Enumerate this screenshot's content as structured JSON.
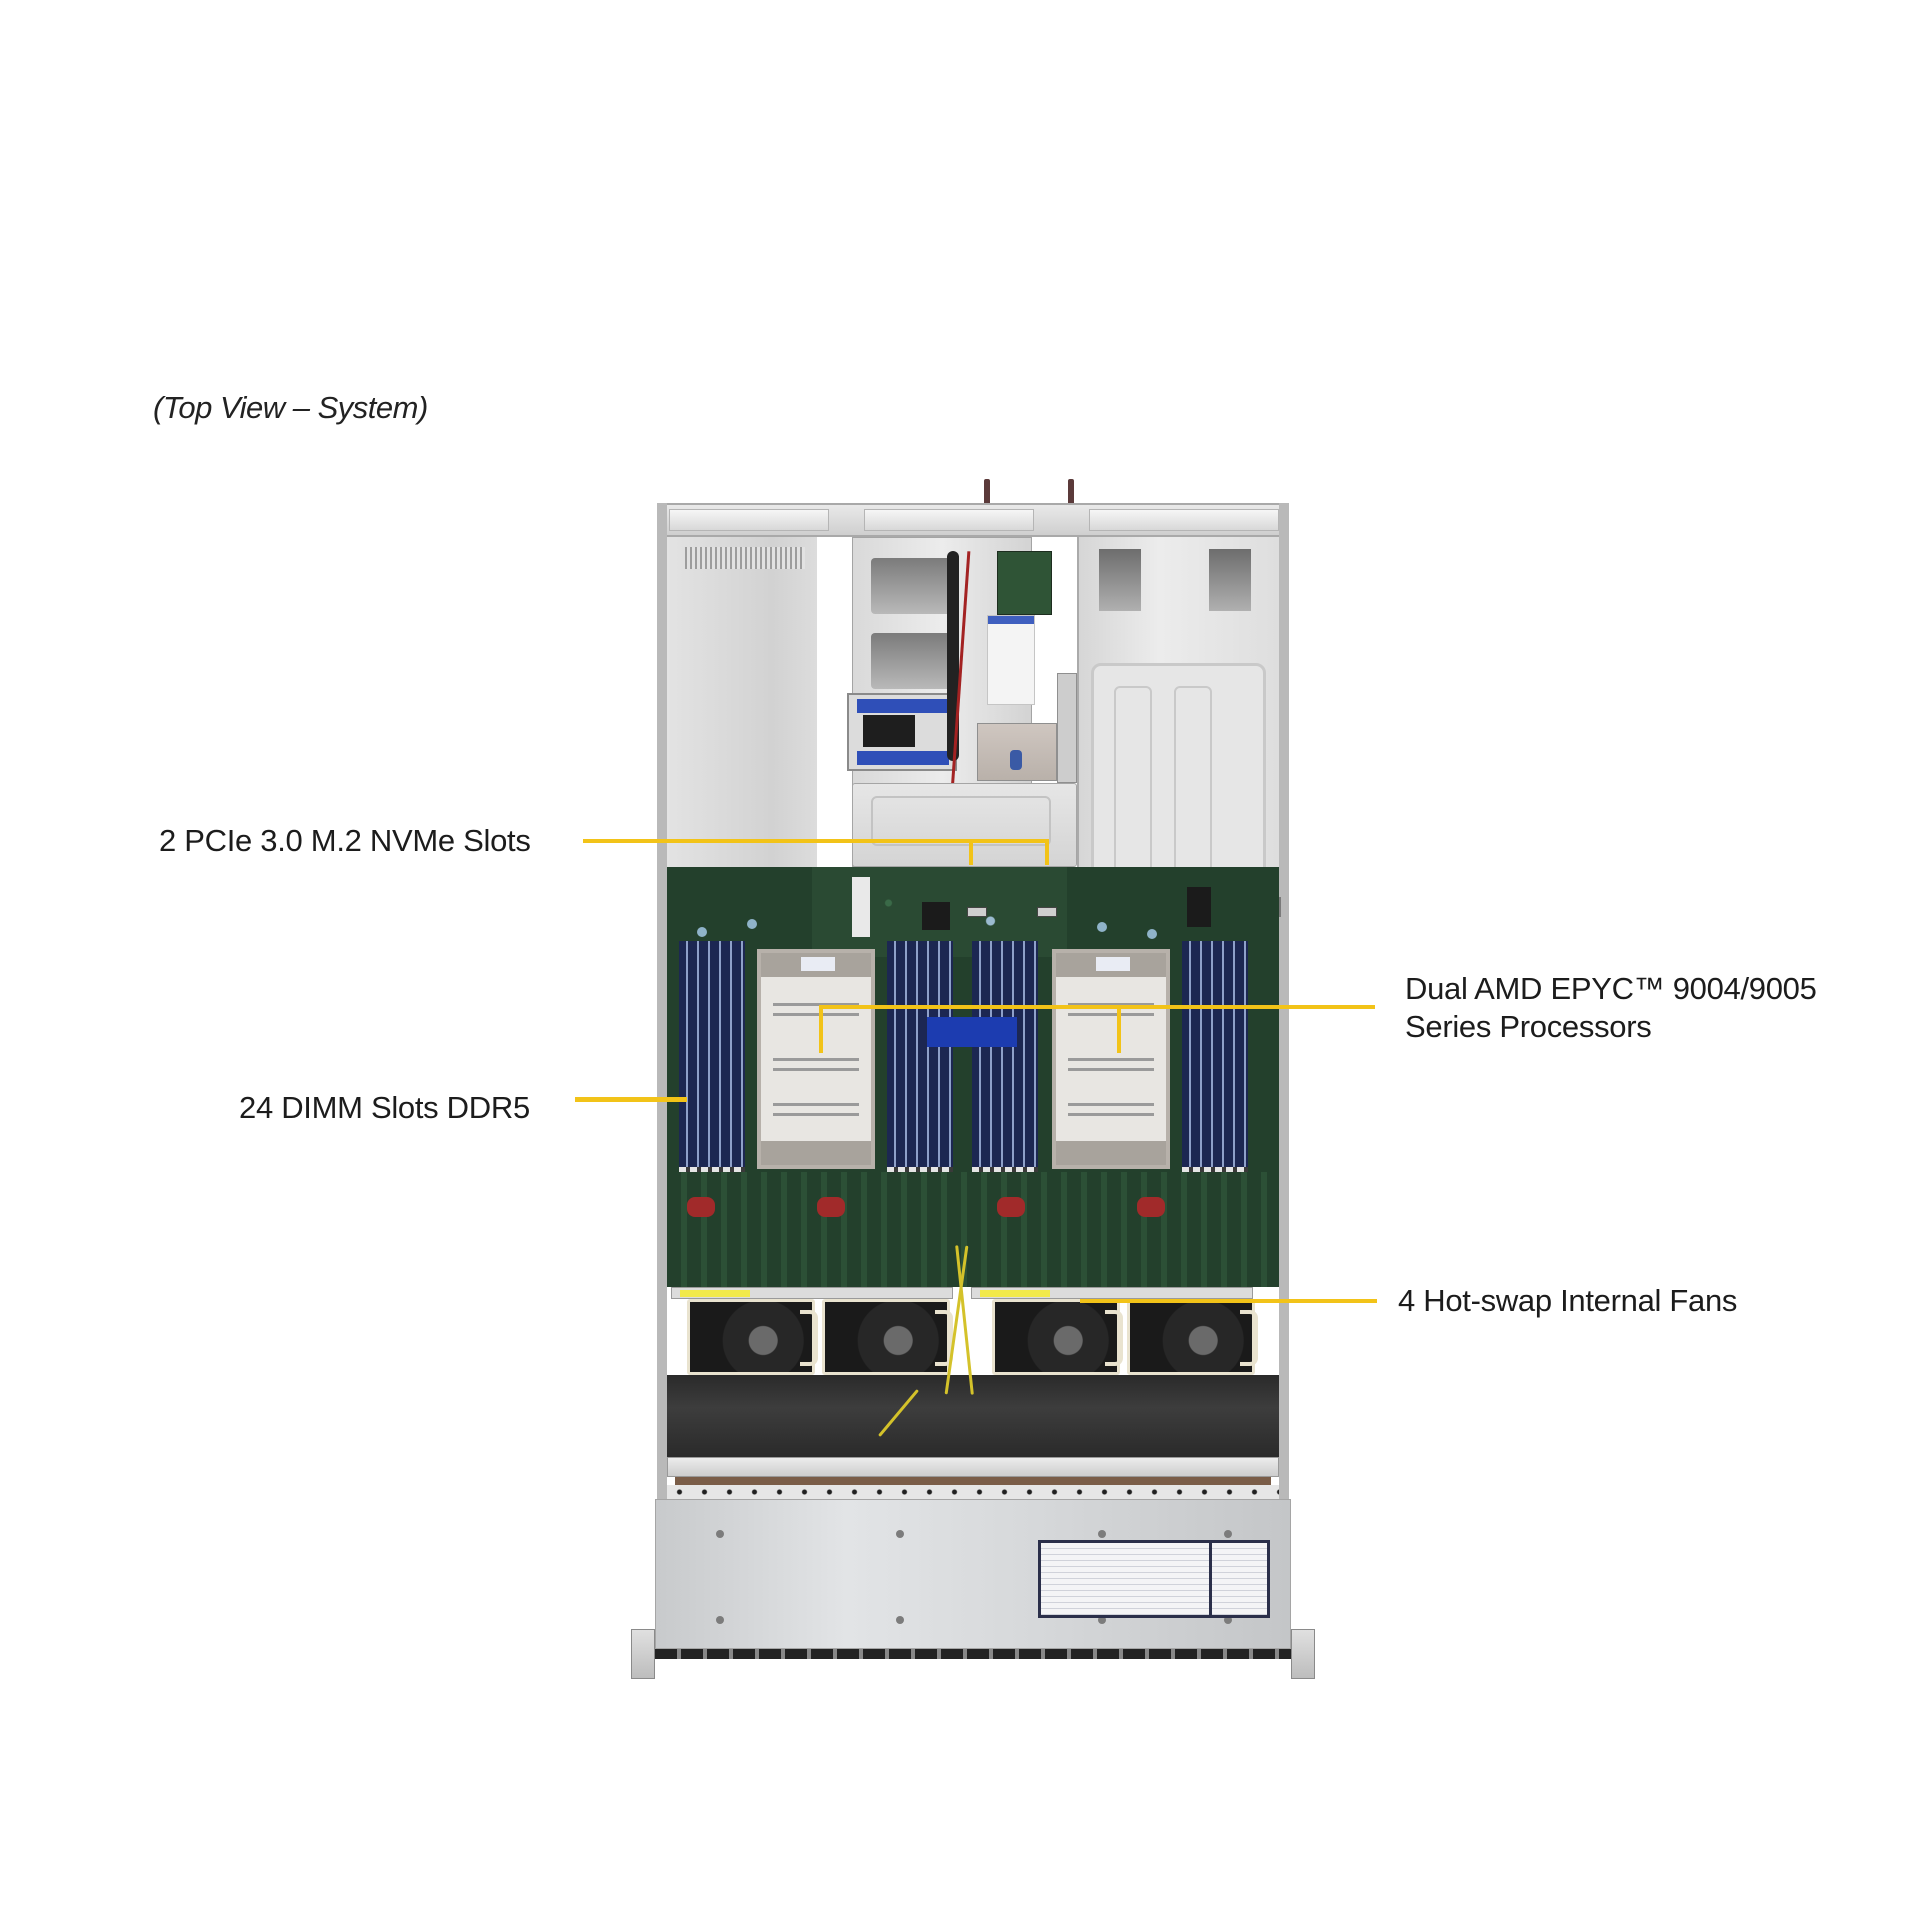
{
  "caption": "(Top View – System)",
  "colors": {
    "leader_line": "#f2c318",
    "background": "#ffffff",
    "label_text": "#1c1c1c"
  },
  "image": {
    "subject": "server chassis top view photo",
    "components": [
      "rear I/O and riser area",
      "power supply bays",
      "motherboard",
      "dual CPU heatsinks",
      "DIMM slots",
      "hot-swap fan modules",
      "front drive cage cover",
      "service label"
    ]
  },
  "callouts": [
    {
      "id": "m2",
      "label": "2 PCIe 3.0 M.2 NVMe Slots",
      "side": "left"
    },
    {
      "id": "cpu",
      "label_line1": "Dual AMD EPYC™ 9004/9005",
      "label_line2": "Series Processors",
      "side": "right"
    },
    {
      "id": "dimm",
      "label": "24 DIMM Slots DDR5",
      "side": "left"
    },
    {
      "id": "fans",
      "label": "4 Hot-swap Internal Fans",
      "side": "right"
    }
  ]
}
